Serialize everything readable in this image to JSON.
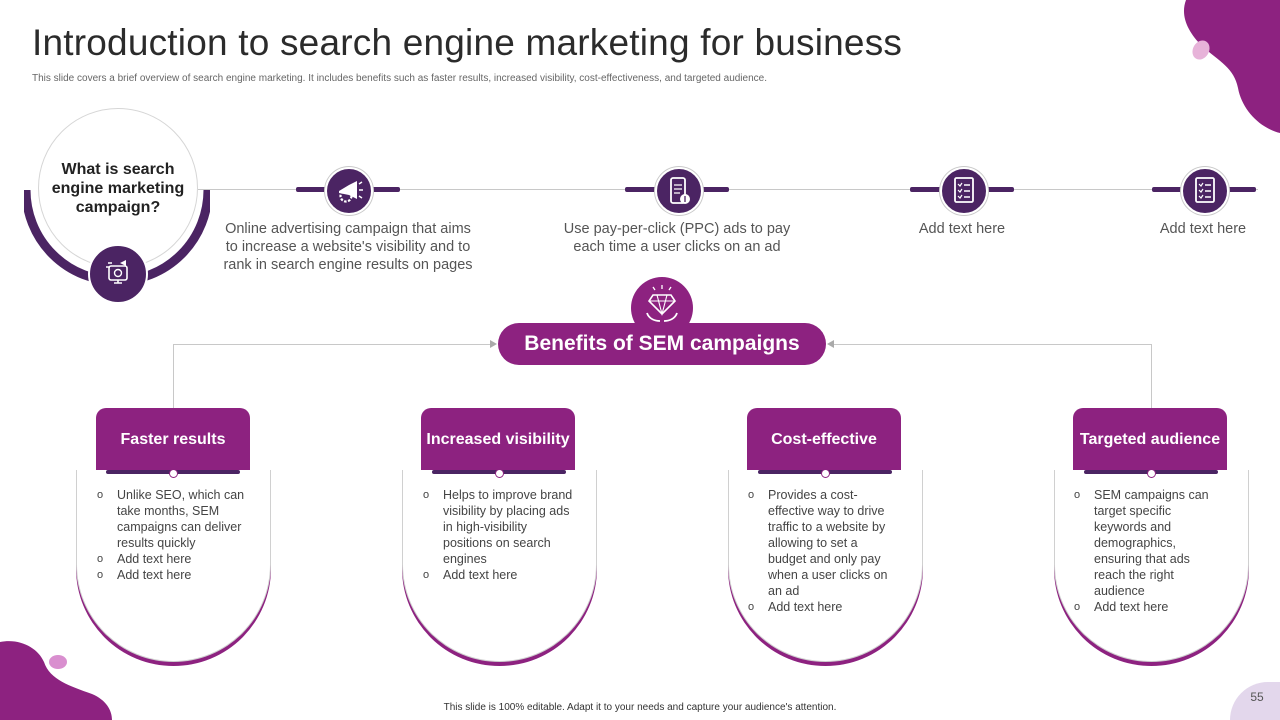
{
  "header": {
    "title": "Introduction to search engine marketing for business",
    "subtitle": "This slide covers a brief overview of search engine marketing. It includes benefits such as faster results, increased visibility, cost-effectiveness, and targeted audience."
  },
  "intro": {
    "question": "What is search engine marketing campaign?",
    "icon": "marketing-monitor-icon"
  },
  "timeline": [
    {
      "icon": "megaphone-gear-icon",
      "text": "Online advertising campaign that aims to increase a website's visibility and to rank in search engine results on pages"
    },
    {
      "icon": "mobile-dollar-icon",
      "text": "Use pay-per-click (PPC) ads to pay each time a user clicks on an ad"
    },
    {
      "icon": "checklist-icon",
      "text": "Add text here"
    },
    {
      "icon": "checklist-icon",
      "text": "Add text here"
    }
  ],
  "benefits": {
    "title": "Benefits of SEM campaigns",
    "icon": "diamond-hands-icon",
    "cards": [
      {
        "heading": "Faster results",
        "points": [
          "Unlike SEO, which can take months, SEM campaigns can deliver results quickly",
          "Add text here",
          "Add text here"
        ]
      },
      {
        "heading": "Increased visibility",
        "points": [
          "Helps to improve brand visibility by placing ads in high-visibility positions on search engines",
          "Add text here"
        ]
      },
      {
        "heading": "Cost-effective",
        "points": [
          "Provides a cost-effective way to drive traffic to a website by allowing to set a budget and only pay when a user clicks on an ad",
          "Add text here"
        ]
      },
      {
        "heading": "Targeted audience",
        "points": [
          "SEM campaigns can target specific keywords and demographics, ensuring that ads reach the right audience",
          "Add text here"
        ]
      }
    ]
  },
  "footer": {
    "note": "This slide is 100% editable. Adapt it to your needs and capture your audience's attention.",
    "page_number": "55"
  },
  "colors": {
    "accent_purple": "#8d2280",
    "dark_purple": "#4b2463",
    "light_lavender": "#e3d7ec"
  }
}
